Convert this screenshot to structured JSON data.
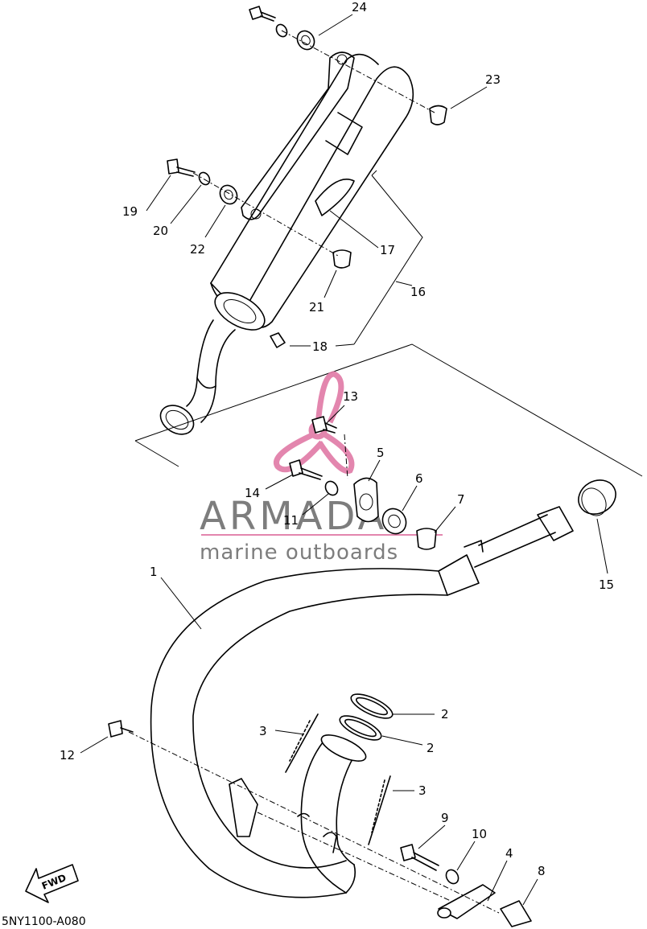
{
  "diagram_code": "5NY1100-A080",
  "fwd_label": "FWD",
  "watermark": {
    "brand": "ARMADA",
    "tagline": "marine outboards",
    "accent_color": "#e07aa6",
    "text_color": "#6f6f6f"
  },
  "callouts": [
    "1",
    "2",
    "2",
    "3",
    "3",
    "4",
    "5",
    "6",
    "7",
    "8",
    "9",
    "10",
    "11",
    "12",
    "13",
    "14",
    "15",
    "16",
    "17",
    "18",
    "19",
    "20",
    "21",
    "22",
    "23",
    "24"
  ]
}
